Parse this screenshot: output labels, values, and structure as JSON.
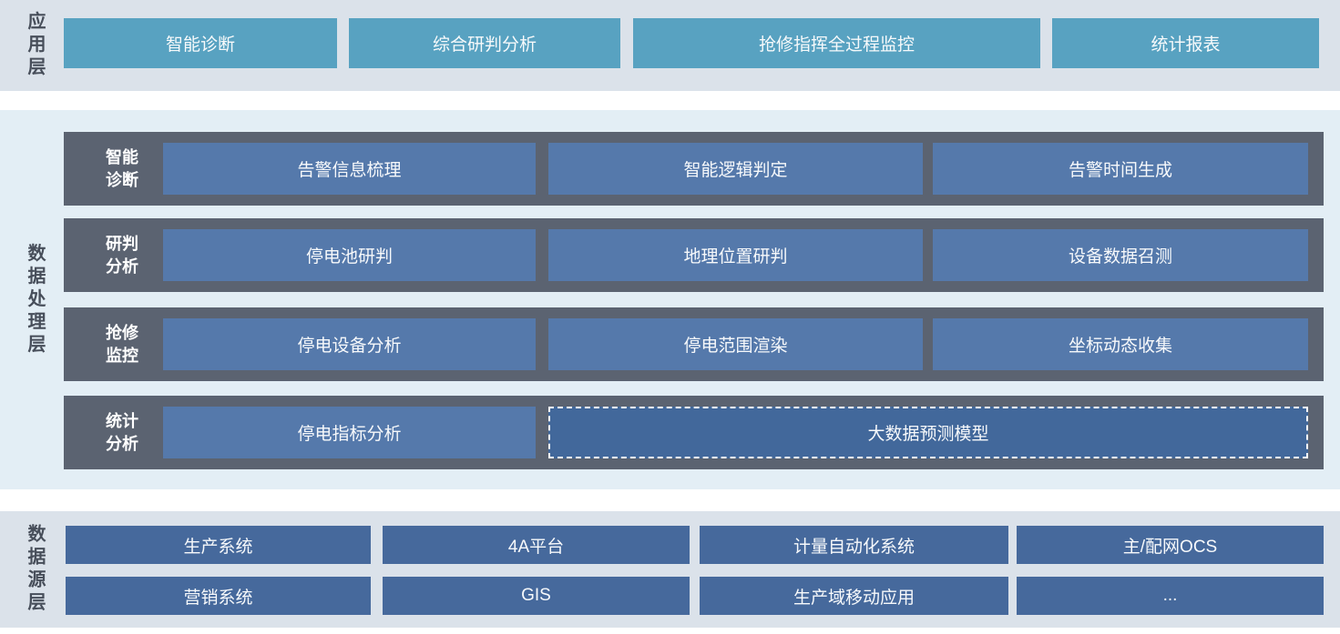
{
  "layers": {
    "app": {
      "label": "应用层",
      "buttons": [
        "智能诊断",
        "综合研判分析",
        "抢修指挥全过程监控",
        "统计报表"
      ]
    },
    "process": {
      "label": "数据处理层",
      "rows": [
        {
          "label": "智能诊断",
          "buttons": [
            "告警信息梳理",
            "智能逻辑判定",
            "告警时间生成"
          ]
        },
        {
          "label": "研判分析",
          "buttons": [
            "停电池研判",
            "地理位置研判",
            "设备数据召测"
          ]
        },
        {
          "label": "抢修监控",
          "buttons": [
            "停电设备分析",
            "停电范围渲染",
            "坐标动态收集"
          ]
        },
        {
          "label": "统计分析",
          "buttons": [
            "停电指标分析"
          ],
          "dashed_button": "大数据预测模型"
        }
      ]
    },
    "source": {
      "label": "数据源层",
      "rows": [
        [
          "生产系统",
          "4A平台",
          "计量自动化系统",
          "主/配网OCS"
        ],
        [
          "营销系统",
          "GIS",
          "生产域移动应用",
          "..."
        ]
      ]
    }
  },
  "colors": {
    "band_app_bg": "#dbe2ea",
    "band_process_bg": "#e3eef5",
    "band_source_bg": "#dbe2ea",
    "app_box": "#58a2c1",
    "process_row_bg": "#5b6371",
    "process_box": "#5579ab",
    "dashed_box": "#42689b",
    "source_box": "#46699c",
    "layer_label_text": "#474e5a",
    "box_text": "#ffffff"
  }
}
